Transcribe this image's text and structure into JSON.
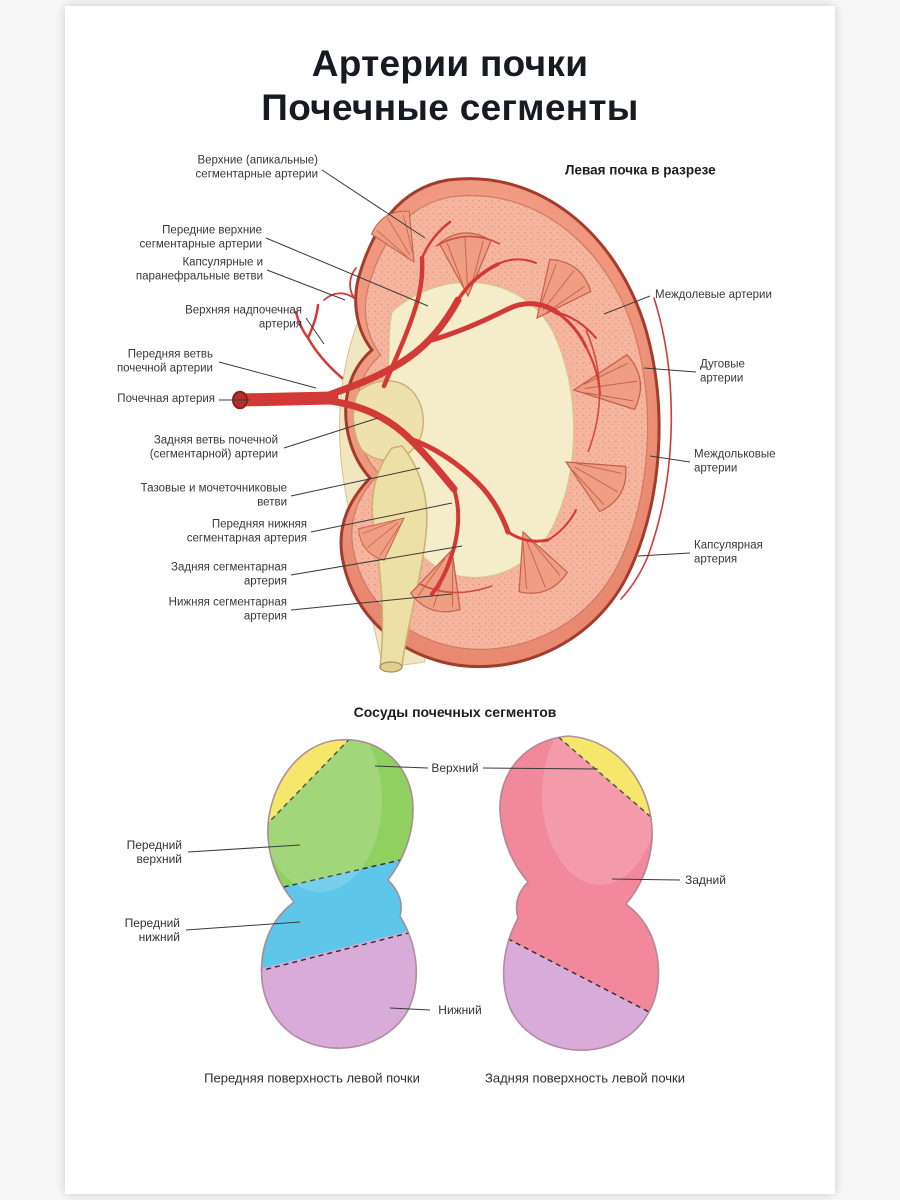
{
  "title": {
    "line1": "Артерии почки",
    "line2": "Почечные сегменты"
  },
  "cross_section": {
    "title": "Левая почка в разрезе",
    "left_labels": [
      {
        "text": "Верхние (апикальные)\nсегментарные артерии"
      },
      {
        "text": "Передние верхние\nсегментарные артерии"
      },
      {
        "text": "Капсулярные и\nпаранефральные ветви"
      },
      {
        "text": "Верхняя надпочечная\nартерия"
      },
      {
        "text": "Передняя ветвь\nпочечной артерии"
      },
      {
        "text": "Почечная артерия"
      },
      {
        "text": "Задняя ветвь почечной\n(сегментарной) артерии"
      },
      {
        "text": "Тазовые и мочеточниковые\nветви"
      },
      {
        "text": "Передняя нижняя\nсегментарная артерия"
      },
      {
        "text": "Задняя сегментарная\nартерия"
      },
      {
        "text": "Нижняя сегментарная\nартерия"
      }
    ],
    "right_labels": [
      {
        "text": "Междолевые артерии"
      },
      {
        "text": "Дуговые\nартерии"
      },
      {
        "text": "Междольковые\nартерии"
      },
      {
        "text": "Капсулярная\nартерия"
      }
    ]
  },
  "segments": {
    "title": "Сосуды почечных сегментов",
    "labels": {
      "superior": "Верхний",
      "anterior_superior": "Передний\nверхний",
      "anterior_inferior": "Передний\nнижний",
      "posterior": "Задний",
      "inferior": "Нижний"
    },
    "captions": {
      "anterior": "Передняя поверхность левой почки",
      "posterior": "Задняя поверхность левой почки"
    },
    "colors": {
      "superior": "#f2e34f",
      "anterior_superior": "#8fd061",
      "anterior_inferior": "#5ec6e9",
      "posterior": "#f2889b",
      "inferior": "#d9abd9"
    }
  }
}
